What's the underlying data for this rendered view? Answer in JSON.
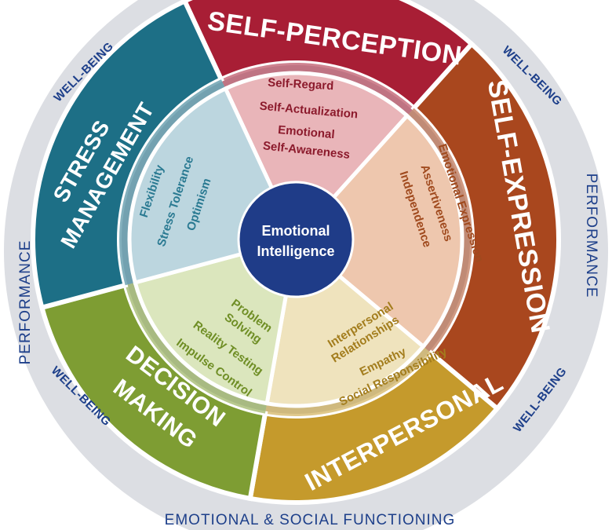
{
  "center": {
    "line1": "Emotional",
    "line2": "Intelligence"
  },
  "outer_ring": {
    "performance_left": "PERFORMANCE",
    "performance_right": "PERFORMANCE",
    "bottom": "EMOTIONAL & SOCIAL FUNCTIONING",
    "wellbeing_top_left": "WELL-BEING",
    "wellbeing_top_right": "WELL-BEING",
    "wellbeing_bottom_left": "WELL-BEING",
    "wellbeing_bottom_right": "WELL-BEING"
  },
  "categories": [
    {
      "key": "self_perception",
      "title_lines": [
        "SELF-PERCEPTION"
      ],
      "subscales": [
        "Self-Regard",
        "Self-Actualization",
        "Emotional",
        "Self-Awareness"
      ],
      "outer_color": "#a81e35",
      "inner_color": "#e9b5b9",
      "text_color": "#8c1a2c"
    },
    {
      "key": "self_expression",
      "title_lines": [
        "SELF-EXPRESSION"
      ],
      "subscales": [
        "Emotional Expression",
        "Assertiveness",
        "Independence"
      ],
      "outer_color": "#a9471e",
      "inner_color": "#eec7ae",
      "text_color": "#a04a1e"
    },
    {
      "key": "interpersonal",
      "title_lines": [
        "INTERPERSONAL"
      ],
      "subscales": [
        "Interpersonal",
        "Relationships",
        "Empathy",
        "Social Responsibility"
      ],
      "outer_color": "#c59a2c",
      "inner_color": "#efe3bd",
      "text_color": "#a37d1d"
    },
    {
      "key": "decision_making",
      "title_lines": [
        "DECISION",
        "MAKING"
      ],
      "subscales": [
        "Problem",
        "Solving",
        "Reality Testing",
        "Impulse Control"
      ],
      "outer_color": "#7e9d33",
      "inner_color": "#dbe6bd",
      "text_color": "#6f8e25"
    },
    {
      "key": "stress_management",
      "title_lines": [
        "STRESS",
        "MANAGEMENT"
      ],
      "subscales": [
        "Flexibility",
        "Stress Tolerance",
        "Optimism"
      ],
      "outer_color": "#1d6f86",
      "inner_color": "#bcd6df",
      "text_color": "#2a7a92"
    }
  ],
  "colors": {
    "outer_ring": "#dcdee3",
    "center": "#1f3c88",
    "ring_text": "#1d3f8a"
  }
}
